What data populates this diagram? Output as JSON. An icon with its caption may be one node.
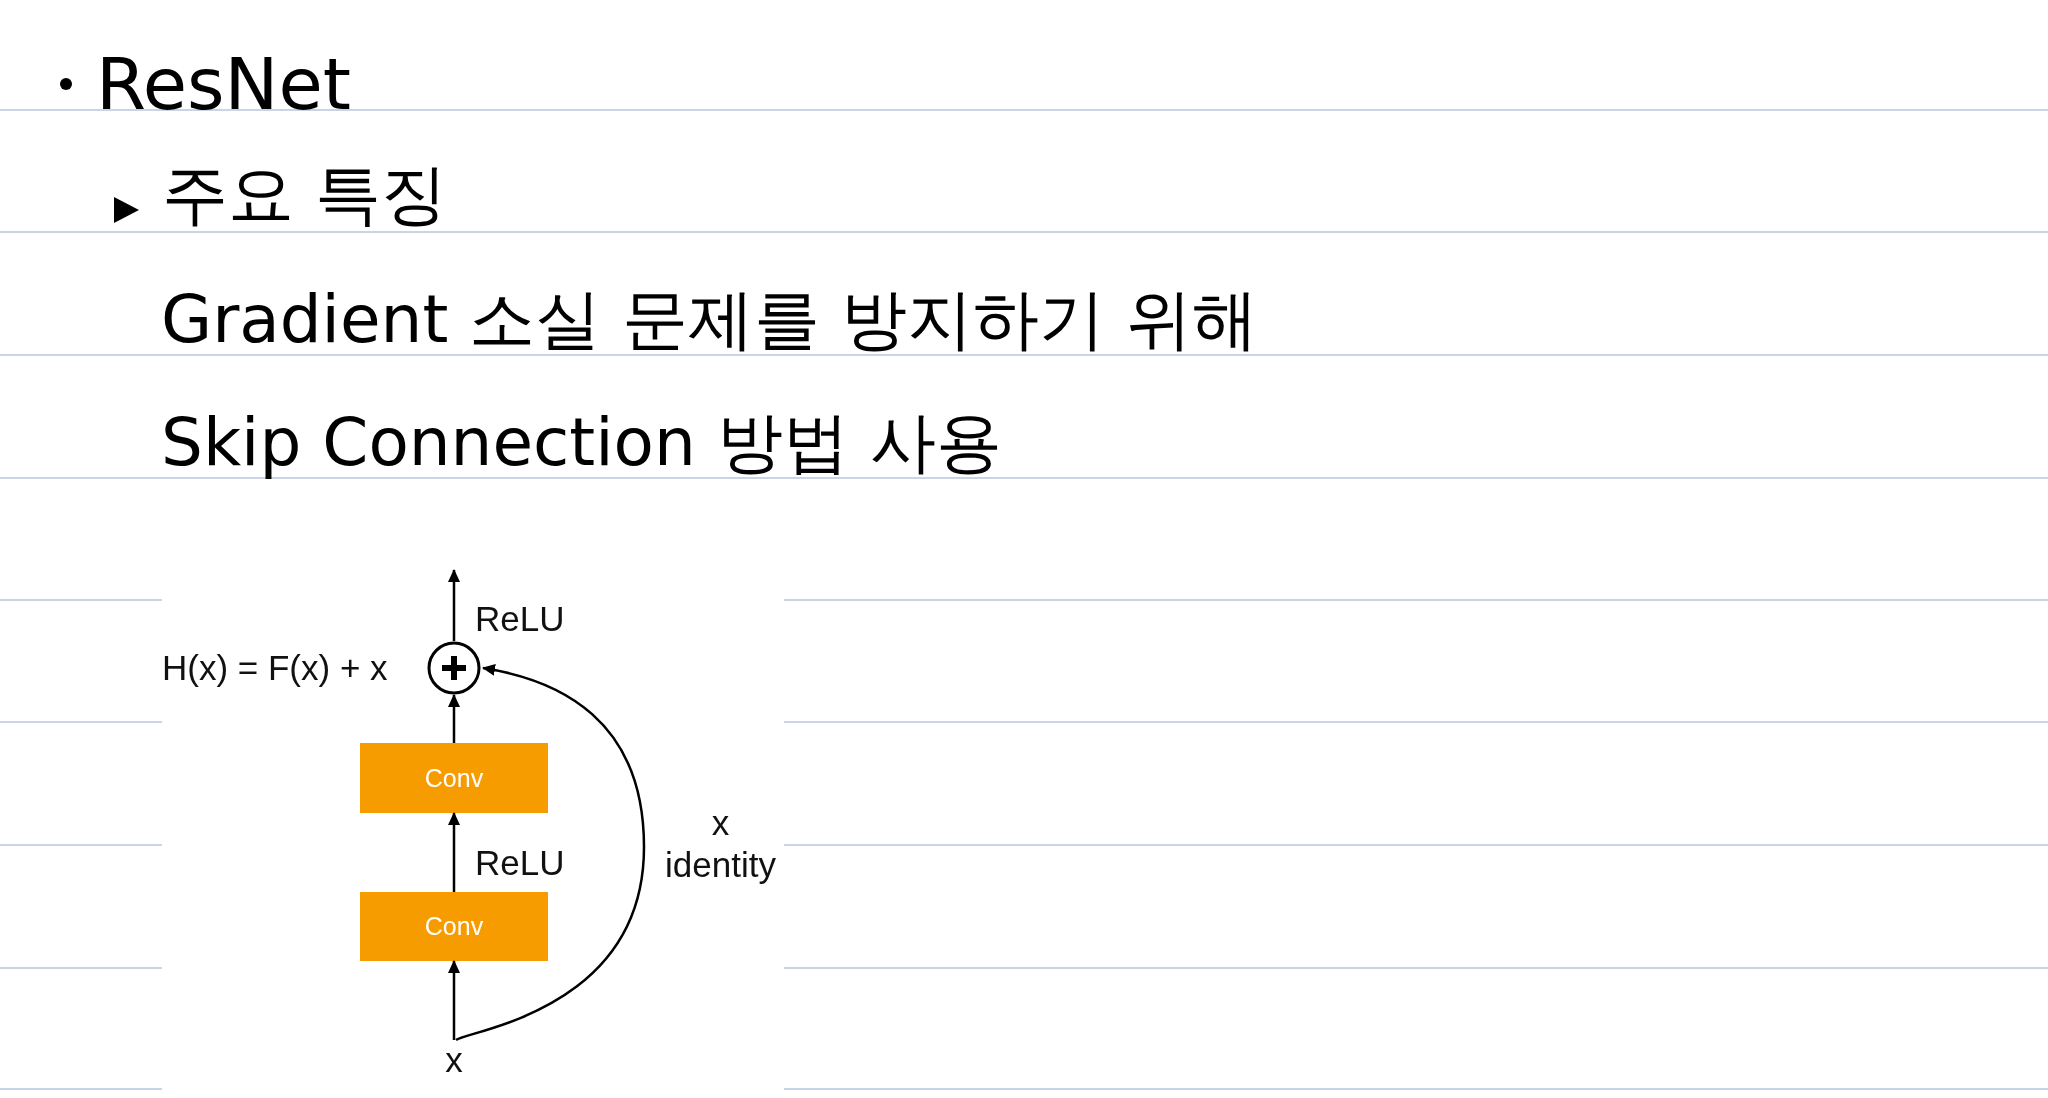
{
  "diagram": {
    "title": "ResNet",
    "nodes": [
      {
        "text": [
          "x"
        ]
      },
      {
        "text": [
          "Conv"
        ]
      },
      {
        "text": [
          "Conv"
        ]
      },
      {
        "text": [],
        "shape": "circle",
        "beside": [
          "H(x) = F(x) + x"
        ]
      }
    ],
    "edges": [
      {
        "from": 0,
        "to": 1,
        "arrow": "to"
      },
      {
        "from": 1,
        "to": 2,
        "arrow": "to",
        "label": "ReLU"
      },
      {
        "from": 2,
        "to": 3,
        "arrow": "to"
      },
      {
        "from": 3,
        "to": null,
        "arrow": "to",
        "label": "ReLU"
      },
      {
        "from": 0,
        "to": 3,
        "arrow": "to",
        "label": "x identity"
      }
    ],
    "labels": [
      "주요 특징",
      "Gradient 소실 문제를 방지하기 위해",
      "Skip Connection 방법 사용"
    ]
  }
}
